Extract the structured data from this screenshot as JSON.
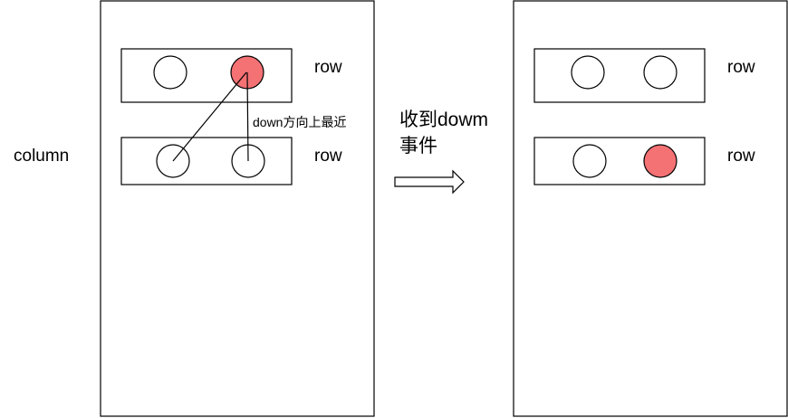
{
  "left_panel": {
    "column_label": "column",
    "row1_label": "row",
    "row2_label": "row",
    "annotation": "down方向上最近"
  },
  "transition": {
    "caption_line1": "收到dowm",
    "caption_line2": "事件"
  },
  "right_panel": {
    "row1_label": "row",
    "row2_label": "row"
  },
  "colors": {
    "focused_circle": "#f47174",
    "stroke": "#000000"
  }
}
